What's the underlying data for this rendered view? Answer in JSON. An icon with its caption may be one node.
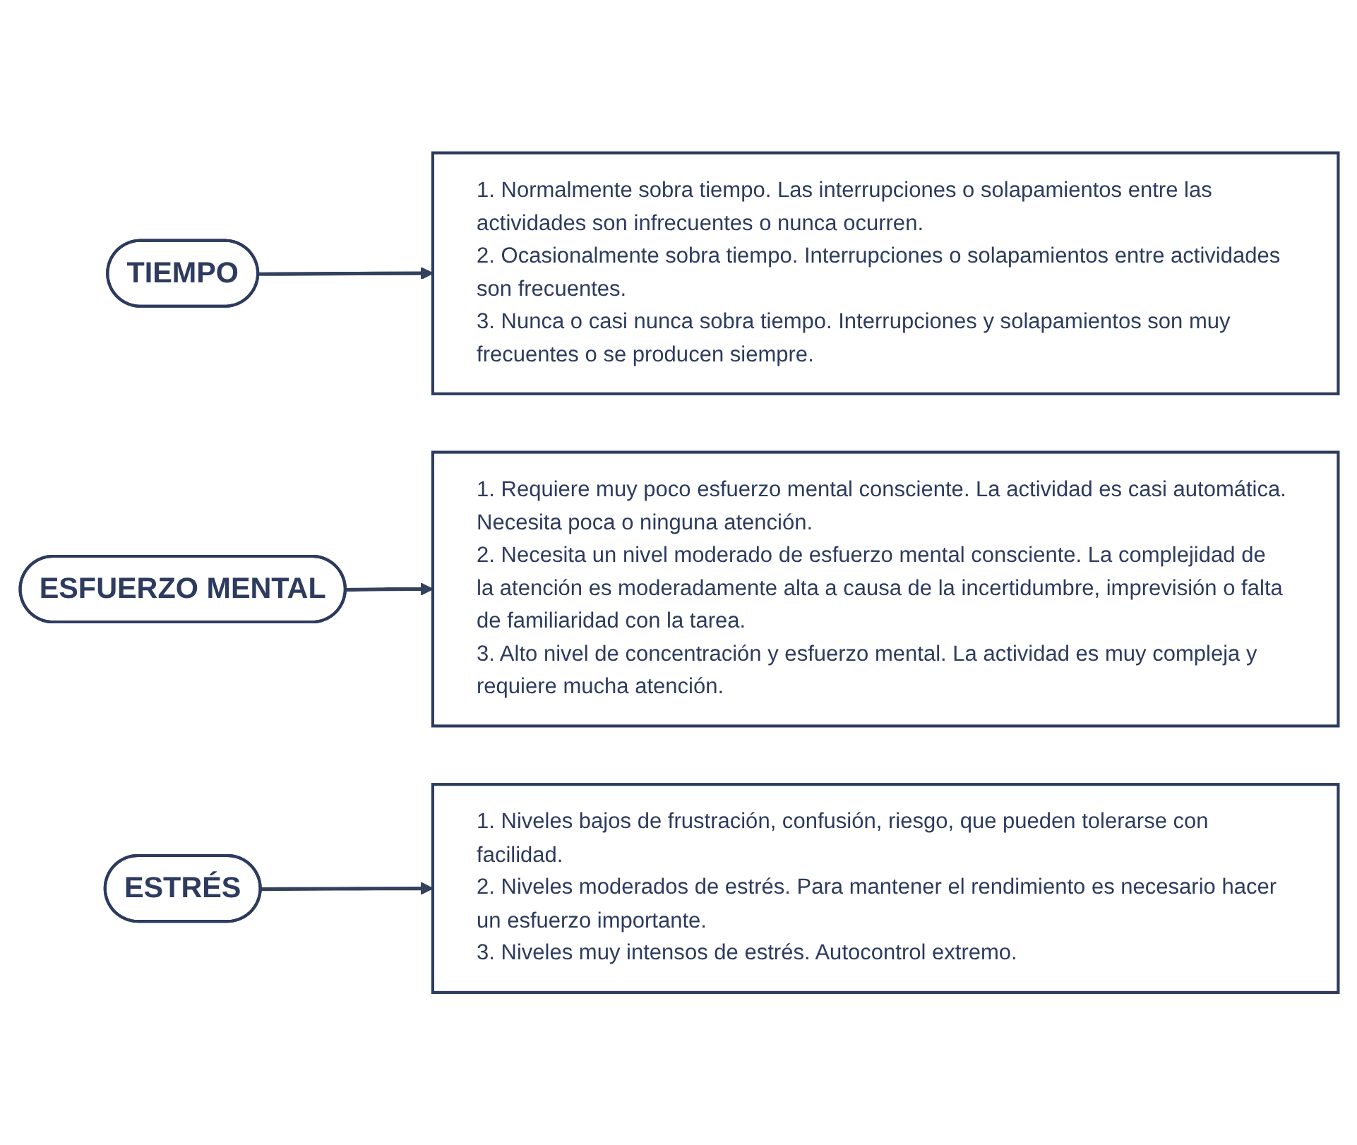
{
  "diagram": {
    "nodes": [
      {
        "text": [
          "TIEMPO"
        ]
      },
      {
        "text": [
          "1. Normalmente sobra tiempo. Las interrupciones o solapamientos entre las actividades son infrecuentes o nunca ocurren.",
          "2. Ocasionalmente sobra tiempo. Interrupciones o solapamientos entre actividades son frecuentes.",
          "3. Nunca o casi nunca sobra tiempo. Interrupciones y solapamientos son muy frecuentes o se producen siempre."
        ]
      },
      {
        "text": [
          "ESFUERZO MENTAL"
        ]
      },
      {
        "text": [
          "1. Requiere muy poco esfuerzo mental consciente. La actividad es casi automática. Necesita poca o ninguna atención.",
          "2. Necesita un nivel moderado de esfuerzo mental consciente. La complejidad de la atención es moderadamente alta a causa de la incertidumbre, imprevisión o falta de familiaridad con la tarea.",
          "3. Alto nivel de concentración y esfuerzo mental. La actividad es muy compleja y requiere mucha atención."
        ]
      },
      {
        "text": [
          "ESTRÉS"
        ]
      },
      {
        "text": [
          "1. Niveles bajos de frustración, confusión, riesgo, que pueden tolerarse con facilidad.",
          "2. Niveles moderados de estrés. Para mantener el rendimiento es necesario hacer un esfuerzo importante.",
          "3. Niveles muy intensos de estrés. Autocontrol extremo."
        ]
      }
    ],
    "edges": [
      {
        "from": 0,
        "to": 1,
        "arrow": "to"
      },
      {
        "from": 2,
        "to": 3,
        "arrow": "to"
      },
      {
        "from": 4,
        "to": 5,
        "arrow": "to"
      }
    ]
  }
}
